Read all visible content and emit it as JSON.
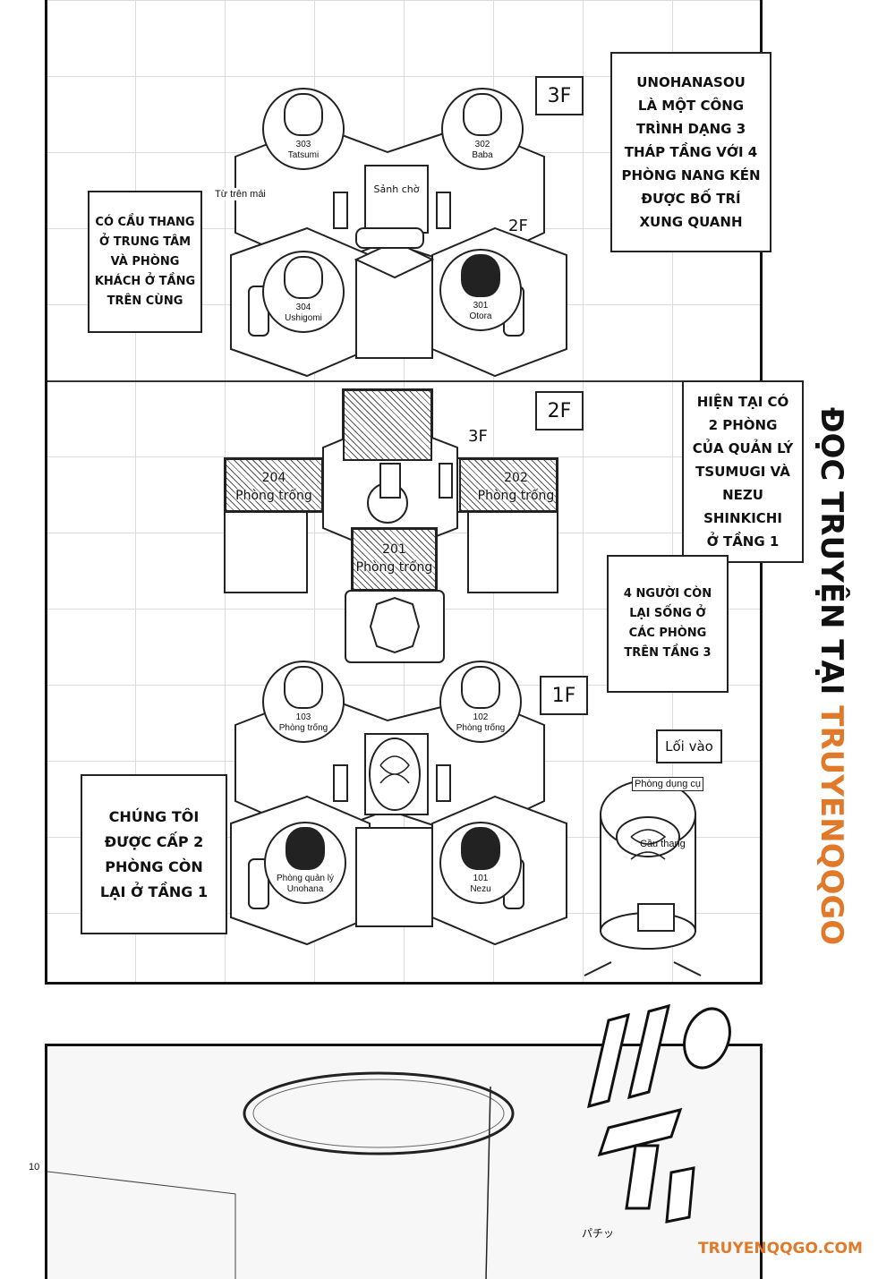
{
  "floors": {
    "f3": {
      "label": "3F",
      "residents": [
        {
          "room": "303",
          "name": "Tatsumi"
        },
        {
          "room": "302",
          "name": "Baba"
        },
        {
          "room": "304",
          "name": "Ushigomi"
        },
        {
          "room": "301",
          "name": "Otora"
        }
      ],
      "lobby": "Sảnh chờ",
      "from_roof": "Từ trên mái",
      "stair_marker": "2F"
    },
    "f2": {
      "label": "2F",
      "stair_marker": "3F",
      "rooms": [
        {
          "room": "204",
          "status": "Phòng trống"
        },
        {
          "room": "202",
          "status": "Phòng trống"
        },
        {
          "room": "201",
          "status": "Phòng trống"
        }
      ]
    },
    "f1": {
      "label": "1F",
      "residents": [
        {
          "room": "103",
          "name": "Phòng trống"
        },
        {
          "room": "102",
          "name": "Phòng trống"
        },
        {
          "room": "Phòng quản lý",
          "name": "Unohana"
        },
        {
          "room": "101",
          "name": "Nezu"
        }
      ],
      "entrance": "Lối vào",
      "storage": "Phòng dụng cụ",
      "stairs": "Cầu thang"
    }
  },
  "captions": {
    "intro": [
      "UNOHANASOU",
      "LÀ MỘT CÔNG",
      "TRÌNH DẠNG 3",
      "THÁP TẦNG VỚI 4",
      "PHÒNG NANG KÉN",
      "ĐƯỢC BỐ TRÍ",
      "XUNG QUANH"
    ],
    "staircase": [
      "CÓ CẦU THANG",
      "Ở TRUNG TÂM",
      "VÀ PHÒNG",
      "KHÁCH Ở TẦNG",
      "TRÊN CÙNG"
    ],
    "managers": [
      "HIỆN TẠI CÓ",
      "2 PHÒNG",
      "CỦA QUẢN LÝ",
      "TSUMUGI VÀ",
      "NEZU SHINKICHI",
      "Ở TẦNG 1"
    ],
    "others": [
      "4 NGƯỜI CÒN",
      "LẠI SỐNG Ở",
      "CÁC PHÒNG",
      "TRÊN TẦNG 3"
    ],
    "given": [
      "CHÚNG TÔI",
      "ĐƯỢC CẤP 2",
      "PHÒNG CÒN",
      "LẠI Ở TẦNG 1"
    ]
  },
  "side_title": {
    "part1": "ĐỌC TRUYỆN TẠI ",
    "part2": "TRUYENQQGO"
  },
  "sfx": "パチッ",
  "page_number": "10",
  "watermark": "TRUYENQQGO.COM",
  "colors": {
    "accent": "#e07a2a",
    "ink": "#111111"
  }
}
